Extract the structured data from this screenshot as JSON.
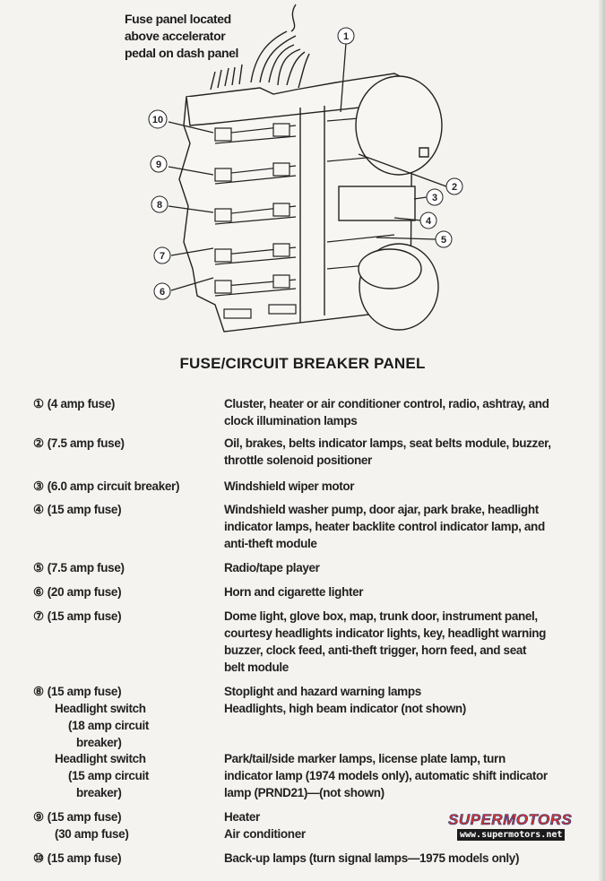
{
  "diagram": {
    "caption": [
      "Fuse panel located",
      "above accelerator",
      "pedal on dash panel"
    ],
    "callouts": [
      "1",
      "2",
      "3",
      "4",
      "5",
      "6",
      "7",
      "8",
      "9",
      "10"
    ]
  },
  "title": "FUSE/CIRCUIT BREAKER PANEL",
  "rows": [
    {
      "num": "①",
      "left": [
        "(4 amp fuse)"
      ],
      "right": [
        "Cluster, heater or air conditioner control, radio, ashtray, and",
        "clock illumination lamps"
      ]
    },
    {
      "num": "②",
      "left": [
        "(7.5 amp fuse)"
      ],
      "right": [
        "Oil, brakes, belts indicator lamps, seat belts module, buzzer,",
        "throttle solenoid positioner"
      ]
    },
    {
      "num": "③",
      "left": [
        "(6.0 amp circuit breaker)"
      ],
      "right": [
        "Windshield wiper motor"
      ]
    },
    {
      "num": "④",
      "left": [
        "(15 amp fuse)"
      ],
      "right": [
        "Windshield washer pump, door ajar, park brake, headlight",
        "indicator lamps, heater backlite control indicator lamp, and",
        "anti-theft module"
      ]
    },
    {
      "num": "⑤",
      "left": [
        "(7.5 amp fuse)"
      ],
      "right": [
        "Radio/tape player"
      ]
    },
    {
      "num": "⑥",
      "left": [
        "(20 amp fuse)"
      ],
      "right": [
        "Horn and cigarette lighter"
      ]
    },
    {
      "num": "⑦",
      "left": [
        "(15 amp fuse)"
      ],
      "right": [
        "Dome light, glove box, map, trunk door, instrument panel,",
        "courtesy headlights indicator lights, key, headlight warning",
        "buzzer, clock feed, anti-theft trigger, horn feed, and seat",
        "belt module"
      ]
    },
    {
      "num": "⑧",
      "left": [
        "(15 amp fuse)",
        "Headlight switch",
        "(18 amp circuit",
        "breaker)"
      ],
      "right": [
        "Stoplight and hazard warning lamps",
        "Headlights, high beam indicator (not shown)"
      ]
    },
    {
      "num": "",
      "left": [
        "Headlight switch",
        "(15 amp circuit",
        "breaker)"
      ],
      "right": [
        "Park/tail/side marker lamps, license plate lamp, turn",
        "indicator lamp (1974 models only), automatic shift indicator",
        "lamp (PRND21)—(not shown)"
      ]
    },
    {
      "num": "⑨",
      "left": [
        "(15 amp fuse)",
        "(30 amp fuse)"
      ],
      "right": [
        "Heater",
        "Air conditioner"
      ]
    },
    {
      "num": "⑩",
      "left": [
        "(15 amp fuse)"
      ],
      "right": [
        "Back-up lamps (turn signal lamps—1975 models only)"
      ]
    }
  ],
  "watermark": {
    "logo": "SUPERMOTORS",
    "url": "www.supermotors.net"
  }
}
